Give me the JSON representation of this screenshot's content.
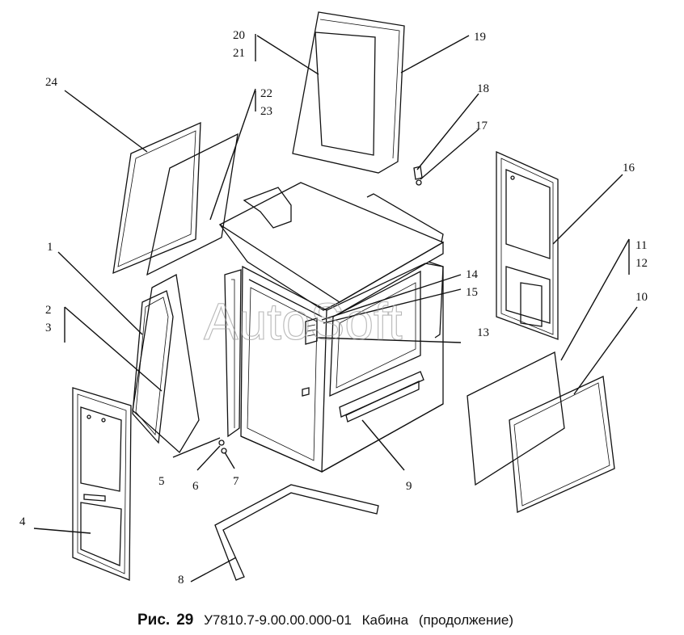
{
  "labels": {
    "l1": "1",
    "l2": "2",
    "l3": "3",
    "l4": "4",
    "l5": "5",
    "l6": "6",
    "l7": "7",
    "l8": "8",
    "l9": "9",
    "l10": "10",
    "l11": "11",
    "l12": "12",
    "l13": "13",
    "l14": "14",
    "l15": "15",
    "l16": "16",
    "l17": "17",
    "l18": "18",
    "l19": "19",
    "l20": "20",
    "l21": "21",
    "l22": "22",
    "l23": "23",
    "l24": "24"
  },
  "watermark": "AutoSoft",
  "caption": {
    "prefix": "Рис.",
    "number": "29",
    "code": "У7810.7-9.00.00.000-01",
    "title": "Кабина",
    "subtitle": "(продолжение)"
  }
}
